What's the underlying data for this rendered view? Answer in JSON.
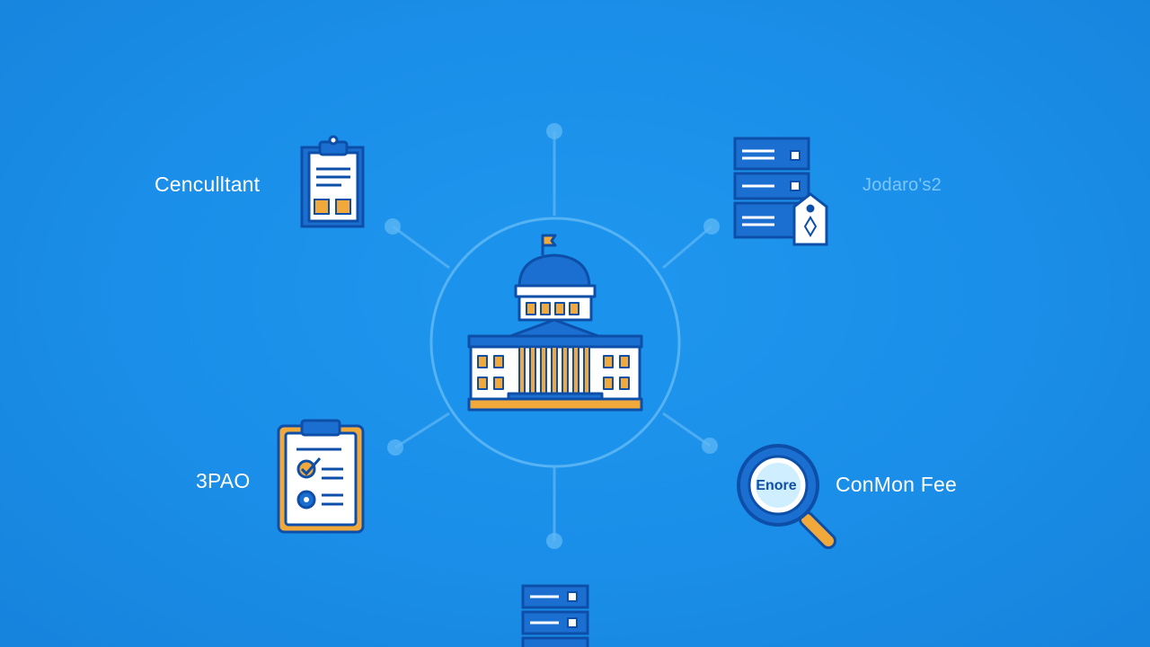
{
  "center": {
    "icon": "government-building-icon"
  },
  "nodes": {
    "top_left": {
      "label": "Cenculltant",
      "icon": "clipboard-icon"
    },
    "top_right": {
      "label": "Jodaro's2",
      "icon": "server-tag-icon"
    },
    "bottom_left": {
      "label": "3PAO",
      "icon": "checklist-icon"
    },
    "bottom_right": {
      "label": "ConMon Fee",
      "icon": "magnifier-icon",
      "lens_text": "Enore"
    },
    "bottom": {
      "icon": "server-rack-icon"
    }
  },
  "colors": {
    "background": "#1a8ee8",
    "line": "#5fb8f5",
    "outline": "#0d4fa8",
    "accent": "#f2a93b",
    "white": "#ffffff"
  }
}
